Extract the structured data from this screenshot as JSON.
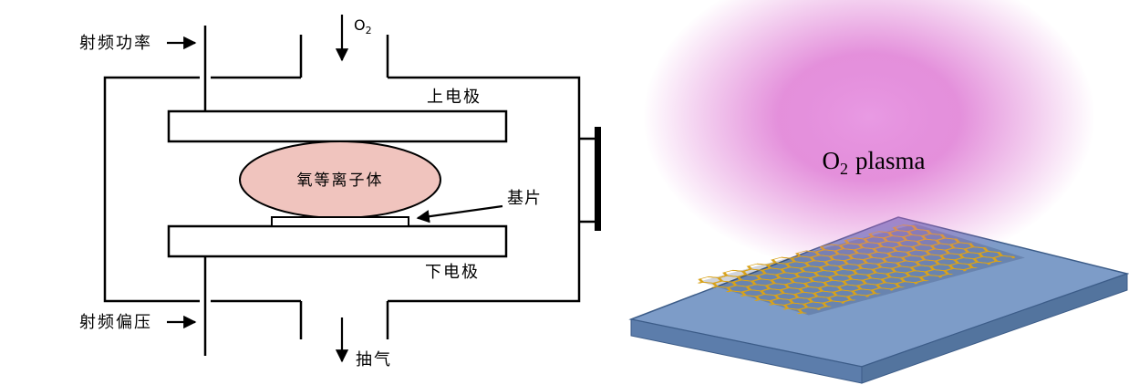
{
  "figure": {
    "left_diagram": {
      "rf_power_label": "射频功率",
      "gas_symbol": "O",
      "gas_subscript": "2",
      "upper_electrode_label": "上电极",
      "plasma_label": "氧等离子体",
      "substrate_label": "基片",
      "lower_electrode_label": "下电极",
      "rf_bias_label": "射频偏压",
      "exhaust_label": "抽气"
    },
    "right_panel": {
      "plasma_symbol": "O",
      "plasma_subscript": "2",
      "plasma_suffix": "plasma"
    },
    "colors": {
      "line_color": "#000000",
      "plasma_ellipse_fill": "#f0c4be",
      "glow_core_color": "#e795e2",
      "glow_color": "#d964cd",
      "slab_top_fill": "#7d9cc8",
      "slab_left_fill": "#5c7dab",
      "slab_right_fill": "#53749e",
      "mesh_color": "#d8a21a"
    }
  }
}
